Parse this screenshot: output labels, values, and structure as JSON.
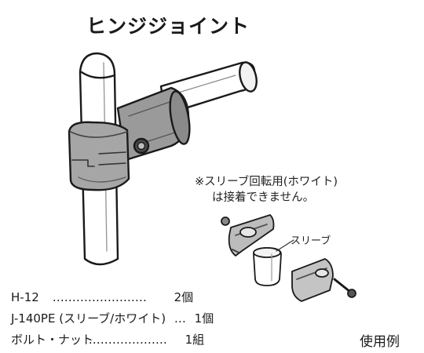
{
  "title": "ヒンジジョイント",
  "note": {
    "line1": "※スリーブ回転用(ホワイト)",
    "line2": "は接着できません。"
  },
  "sleeve_label": "スリーブ",
  "parts": [
    {
      "name": "H-12",
      "dots": "‥‥‥‥‥‥‥‥‥‥‥‥",
      "qty": "2個"
    },
    {
      "name": "J-140PE (スリーブ/ホワイト)",
      "dots": "…",
      "qty": "1個"
    },
    {
      "name": "ボルト・ナット",
      "dots": "‥‥‥‥‥‥‥‥‥‥",
      "qty": "1組"
    }
  ],
  "example_label": "使用例"
}
